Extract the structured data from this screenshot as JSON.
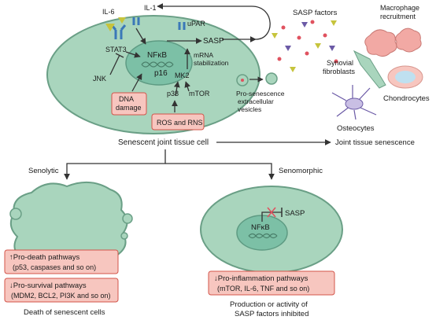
{
  "cell": {
    "il6": "IL-6",
    "il1": "IL-1",
    "upar": "uPAR",
    "stat3": "STAT3",
    "nfkb": "NFκB",
    "p16": "p16",
    "sasp": "SASP",
    "jnk": "JNK",
    "mk2": "MK2",
    "mrna_line1": "mRNA",
    "mrna_line2": "stabilization",
    "p38": "p38",
    "mtor": "mTOR",
    "dna_line1": "DNA",
    "dna_line2": "damage",
    "ros": "ROS and RNS",
    "title": "Senescent joint tissue cell"
  },
  "extracellular": {
    "sasp_factors": "SASP factors",
    "macrophage_line1": "Macrophage",
    "macrophage_line2": "recruitment",
    "synovial_line1": "Synovial",
    "synovial_line2": "fibroblasts",
    "chondrocytes": "Chondrocytes",
    "osteocytes": "Osteocytes",
    "vesicles_line1": "Pro-senescence",
    "vesicles_line2": "extracellular",
    "vesicles_line3": "vesicles",
    "joint_senescence": "Joint tissue senescence"
  },
  "senolytic": {
    "label": "Senolytic",
    "death_box_line1": "↑Pro-death pathways",
    "death_box_line2": "(p53, caspases and so on)",
    "survival_box_line1": "↓Pro-survival pathways",
    "survival_box_line2": "(MDM2, BCL2, PI3K and so on)",
    "caption": "Death of senescent cells"
  },
  "senomorphic": {
    "label": "Senomorphic",
    "sasp": "SASP",
    "nfkb": "NFκB",
    "box_line1": "↓Pro-inflammation pathways",
    "box_line2": "(mTOR, IL-6, TNF and so on)",
    "caption_line1": "Production or activity of",
    "caption_line2": "SASP factors inhibited"
  },
  "colors": {
    "cell_fill": "#a9d5bd",
    "cell_stroke": "#6a9f86",
    "nucleus_fill": "#7cc0a6",
    "box_fill": "#f7c6bf",
    "box_stroke": "#d3544a",
    "sasp_red": "#e0525f",
    "sasp_yellow": "#c6c43c",
    "sasp_purple": "#6b5aa6",
    "receptor_blue": "#3a78b8"
  }
}
